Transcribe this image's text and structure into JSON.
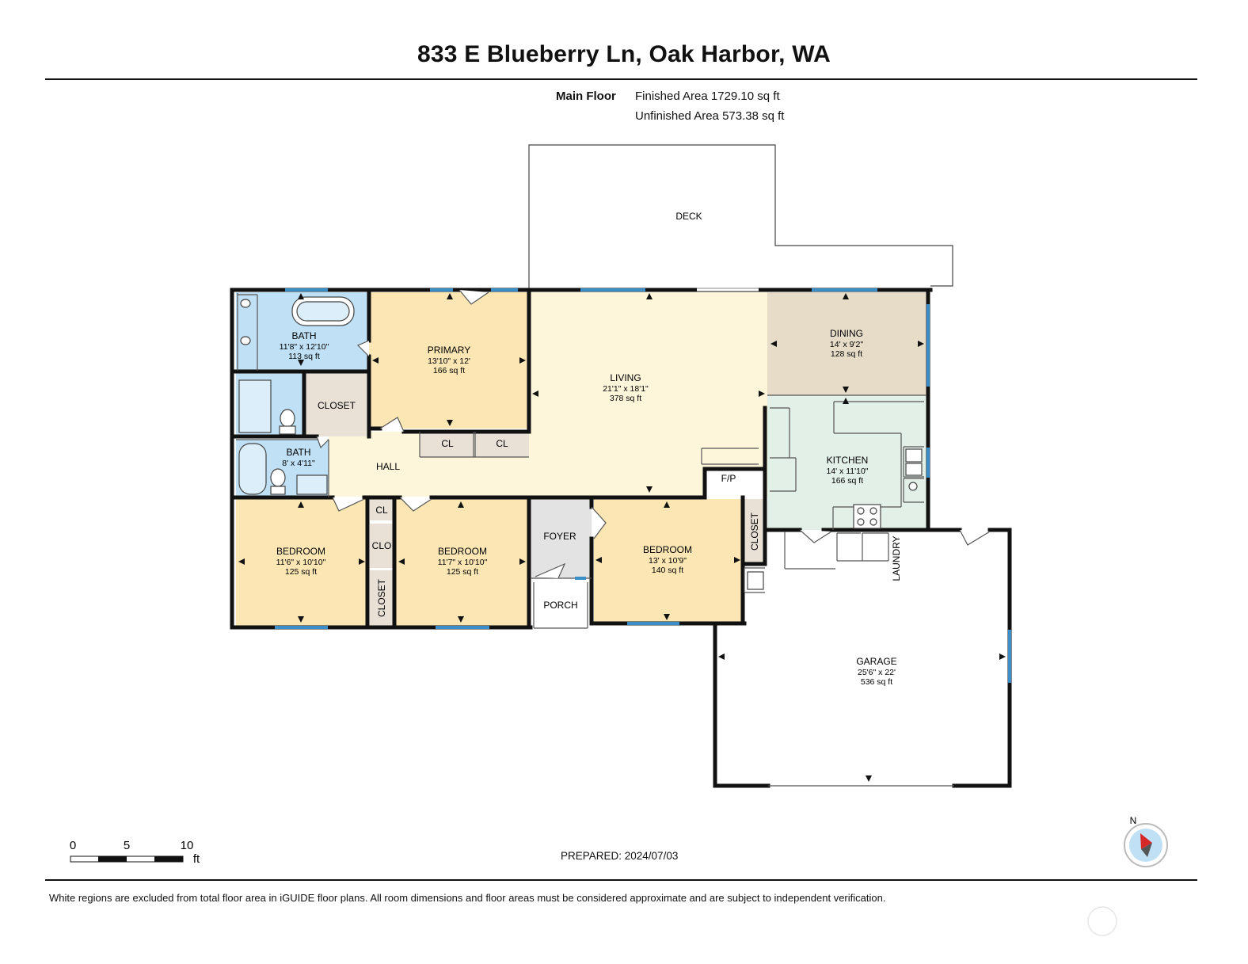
{
  "title": "833 E Blueberry Ln, Oak Harbor, WA",
  "floor_label": "Main Floor",
  "finished_area": "Finished Area 1729.10 sq ft",
  "unfinished_area": "Unfinished Area 573.38 sq ft",
  "prepared": "PREPARED: 2024/07/03",
  "disclaimer": "White regions are excluded from total floor area in iGUIDE floor plans. All room dimensions and floor areas must be considered approximate and are subject to independent verification.",
  "scale": {
    "label_0": "0",
    "label_5": "5",
    "label_10": "10",
    "unit": "ft"
  },
  "compass": {
    "label": "N"
  },
  "colors": {
    "bath": "#bfe0f5",
    "bedroom": "#fbe6b4",
    "living": "#fdf6db",
    "dining": "#e6dcc8",
    "kitchen": "#e3f0e8",
    "closet": "#e9e1d6",
    "foyer": "#e3e3e3",
    "wall": "#111111",
    "window": "#3b8ec7"
  },
  "rooms": {
    "deck": {
      "name": "DECK"
    },
    "bath_main": {
      "name": "BATH",
      "dims": "11'8\" x 12'10\"",
      "area": "113 sq ft"
    },
    "primary": {
      "name": "PRIMARY",
      "dims": "13'10\" x 12'",
      "area": "166 sq ft"
    },
    "living": {
      "name": "LIVING",
      "dims": "21'1\" x 18'1\"",
      "area": "378 sq ft"
    },
    "dining": {
      "name": "DINING",
      "dims": "14' x 9'2\"",
      "area": "128 sq ft"
    },
    "closet_primary": {
      "name": "CLOSET"
    },
    "cl1": {
      "name": "CL"
    },
    "cl2": {
      "name": "CL"
    },
    "bath_hall": {
      "name": "BATH",
      "dims": "8' x 4'11\""
    },
    "hall": {
      "name": "HALL"
    },
    "kitchen": {
      "name": "KITCHEN",
      "dims": "14' x 11'10\"",
      "area": "166 sq ft"
    },
    "fp": {
      "name": "F/P"
    },
    "cl3": {
      "name": "CL"
    },
    "clo": {
      "name": "CLO"
    },
    "closet_b1": {
      "name": "CLOSET"
    },
    "bedroom1": {
      "name": "BEDROOM",
      "dims": "11'6\" x 10'10\"",
      "area": "125 sq ft"
    },
    "bedroom2": {
      "name": "BEDROOM",
      "dims": "11'7\" x 10'10\"",
      "area": "125 sq ft"
    },
    "foyer": {
      "name": "FOYER"
    },
    "porch": {
      "name": "PORCH"
    },
    "bedroom3": {
      "name": "BEDROOM",
      "dims": "13' x 10'9\"",
      "area": "140 sq ft"
    },
    "closet_b3": {
      "name": "CLOSET"
    },
    "laundry": {
      "name": "LAUNDRY"
    },
    "garage": {
      "name": "GARAGE",
      "dims": "25'6\" x 22'",
      "area": "536 sq ft"
    }
  }
}
